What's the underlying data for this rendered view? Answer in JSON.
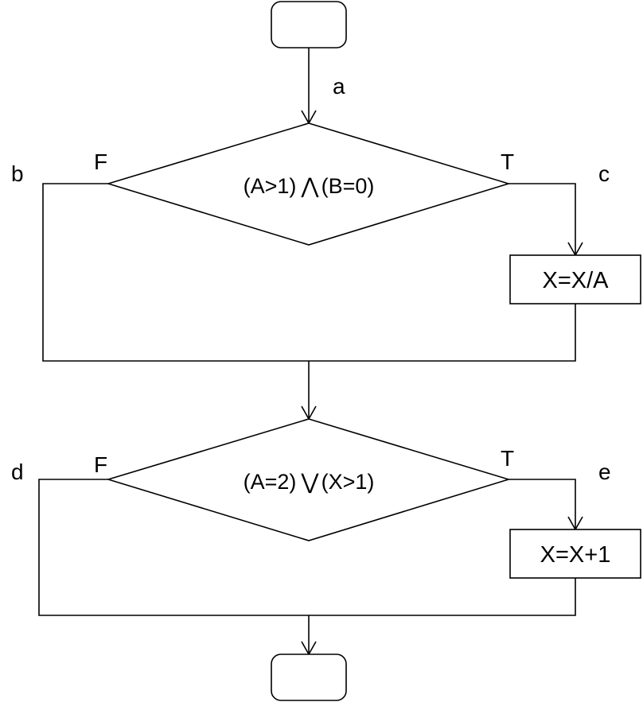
{
  "diagram": {
    "condition1": {
      "left": "(A>1)",
      "op": "⋀",
      "right": "(B=0)"
    },
    "condition2": {
      "left": "(A=2)",
      "op": "⋁",
      "right": "(X>1)"
    },
    "process1": "X=X/A",
    "process2": "X=X+1",
    "branch_false": "F",
    "branch_true": "T",
    "path_labels": {
      "a": "a",
      "b": "b",
      "c": "c",
      "d": "d",
      "e": "e"
    }
  }
}
